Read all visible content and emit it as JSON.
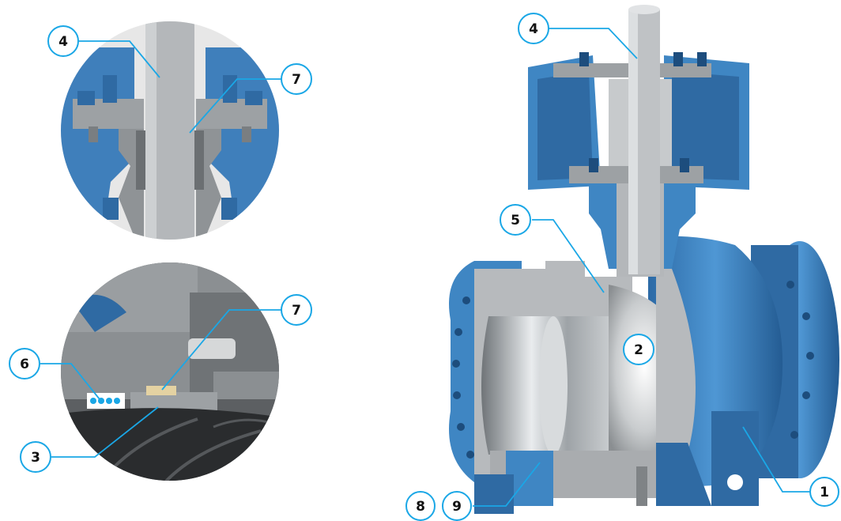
{
  "colors": {
    "accent": "#1aa7e6",
    "valve_blue": "#3f86c3",
    "valve_blue_dark": "#23578c",
    "steel": "#b9bcbf",
    "steel_dark": "#7f8386",
    "seat_insert": "#e4d2a2",
    "detail_bg": "#e6e6e6"
  },
  "icons": {
    "stem_detail": "stem-packing-detail-illustration",
    "seat_detail": "seat-spring-detail-illustration",
    "valve": "trunnion-ball-valve-cutaway-illustration"
  },
  "callouts": [
    {
      "id": "stem-detail-4",
      "label": "4"
    },
    {
      "id": "stem-detail-7",
      "label": "7"
    },
    {
      "id": "seat-detail-7",
      "label": "7"
    },
    {
      "id": "seat-detail-6",
      "label": "6"
    },
    {
      "id": "seat-detail-3",
      "label": "3"
    },
    {
      "id": "valve-4",
      "label": "4"
    },
    {
      "id": "valve-5",
      "label": "5"
    },
    {
      "id": "valve-2",
      "label": "2"
    },
    {
      "id": "valve-8",
      "label": "8"
    },
    {
      "id": "valve-9",
      "label": "9"
    },
    {
      "id": "valve-1",
      "label": "1"
    }
  ]
}
